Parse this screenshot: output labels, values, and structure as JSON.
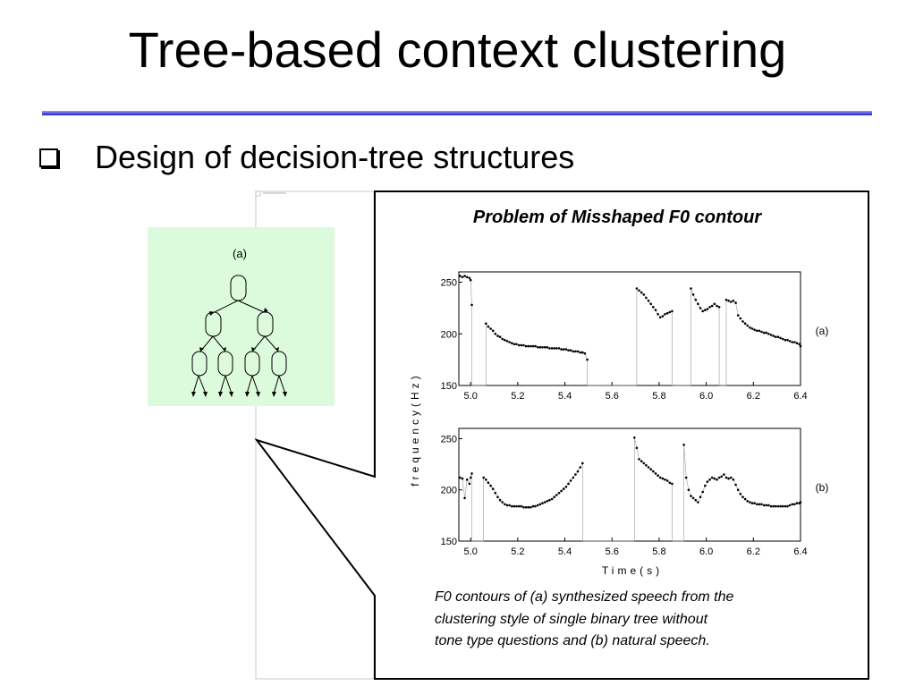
{
  "slide": {
    "title": "Tree-based context clustering",
    "bullet": "Design of decision-tree structures"
  },
  "tree_panel": {
    "label": "(a)"
  },
  "callout": {
    "heading": "Problem of Misshaped F0 contour",
    "caption_lines": [
      "F0 contours of (a) synthesized speech from the",
      "clustering style of single binary tree without",
      "tone type questions and (b) natural speech."
    ]
  },
  "colors": {
    "rule": "#2020d0",
    "tree_bg": "#dcfadc"
  },
  "chart_data": [
    {
      "type": "scatter",
      "panel_label": "(a)",
      "ylabel": "frequency(Hz)",
      "xlabel": "",
      "xlim": [
        4.95,
        6.4
      ],
      "ylim": [
        150,
        260
      ],
      "xticks": [
        5.0,
        5.2,
        5.4,
        5.6,
        5.8,
        6.0,
        6.2,
        6.4
      ],
      "yticks": [
        150,
        200,
        250
      ],
      "x": [
        4.955,
        4.965,
        4.975,
        4.985,
        4.995,
        5.0,
        5.005,
        5.065,
        5.075,
        5.085,
        5.095,
        5.105,
        5.115,
        5.125,
        5.135,
        5.145,
        5.155,
        5.165,
        5.175,
        5.185,
        5.195,
        5.205,
        5.215,
        5.225,
        5.235,
        5.245,
        5.255,
        5.265,
        5.275,
        5.285,
        5.295,
        5.305,
        5.315,
        5.325,
        5.335,
        5.345,
        5.355,
        5.365,
        5.375,
        5.385,
        5.395,
        5.405,
        5.415,
        5.425,
        5.435,
        5.445,
        5.455,
        5.465,
        5.475,
        5.485,
        5.495,
        5.705,
        5.715,
        5.725,
        5.735,
        5.745,
        5.755,
        5.765,
        5.775,
        5.785,
        5.795,
        5.805,
        5.815,
        5.825,
        5.835,
        5.845,
        5.855,
        5.935,
        5.945,
        5.955,
        5.965,
        5.975,
        5.985,
        5.995,
        6.005,
        6.015,
        6.025,
        6.035,
        6.045,
        6.055,
        6.085,
        6.095,
        6.105,
        6.115,
        6.125,
        6.135,
        6.145,
        6.155,
        6.165,
        6.175,
        6.185,
        6.195,
        6.205,
        6.215,
        6.225,
        6.235,
        6.245,
        6.255,
        6.265,
        6.275,
        6.285,
        6.295,
        6.305,
        6.315,
        6.325,
        6.335,
        6.345,
        6.355,
        6.365,
        6.375,
        6.385,
        6.395,
        6.4
      ],
      "y": [
        256,
        255,
        256,
        255,
        254,
        252,
        228,
        210,
        207,
        205,
        203,
        200,
        198,
        197,
        195,
        194,
        193,
        192,
        191,
        190,
        190,
        189,
        189,
        189,
        188,
        188,
        188,
        188,
        188,
        187,
        187,
        187,
        187,
        187,
        186,
        186,
        186,
        186,
        186,
        185,
        185,
        185,
        184,
        184,
        183,
        183,
        183,
        182,
        182,
        181,
        175,
        244,
        242,
        240,
        238,
        235,
        232,
        229,
        226,
        223,
        219,
        216,
        217,
        219,
        220,
        221,
        222,
        244,
        238,
        233,
        229,
        225,
        222,
        223,
        224,
        226,
        227,
        229,
        227,
        226,
        233,
        232,
        231,
        232,
        230,
        218,
        215,
        212,
        210,
        208,
        206,
        205,
        204,
        203,
        203,
        202,
        201,
        201,
        200,
        199,
        198,
        197,
        197,
        196,
        195,
        194,
        194,
        193,
        192,
        192,
        191,
        190,
        188,
        185,
        258
      ]
    },
    {
      "type": "scatter",
      "panel_label": "(b)",
      "ylabel": "",
      "xlabel": "Time(s)",
      "xlim": [
        4.95,
        6.4
      ],
      "ylim": [
        150,
        260
      ],
      "xticks": [
        5.0,
        5.2,
        5.4,
        5.6,
        5.8,
        6.0,
        6.2,
        6.4
      ],
      "yticks": [
        150,
        200,
        250
      ],
      "x": [
        4.955,
        4.965,
        4.975,
        4.985,
        4.995,
        5.0,
        5.005,
        5.055,
        5.065,
        5.075,
        5.085,
        5.095,
        5.105,
        5.115,
        5.125,
        5.135,
        5.145,
        5.155,
        5.165,
        5.175,
        5.185,
        5.195,
        5.205,
        5.215,
        5.225,
        5.235,
        5.245,
        5.255,
        5.265,
        5.275,
        5.285,
        5.295,
        5.305,
        5.315,
        5.325,
        5.335,
        5.345,
        5.355,
        5.365,
        5.375,
        5.385,
        5.395,
        5.405,
        5.415,
        5.425,
        5.435,
        5.445,
        5.455,
        5.465,
        5.475,
        5.695,
        5.705,
        5.715,
        5.725,
        5.735,
        5.745,
        5.755,
        5.765,
        5.775,
        5.785,
        5.795,
        5.805,
        5.815,
        5.825,
        5.835,
        5.845,
        5.855,
        5.905,
        5.915,
        5.925,
        5.935,
        5.945,
        5.955,
        5.965,
        5.975,
        5.985,
        5.995,
        6.005,
        6.015,
        6.025,
        6.035,
        6.045,
        6.055,
        6.065,
        6.075,
        6.085,
        6.095,
        6.105,
        6.115,
        6.125,
        6.135,
        6.145,
        6.155,
        6.165,
        6.175,
        6.185,
        6.195,
        6.205,
        6.215,
        6.225,
        6.235,
        6.245,
        6.255,
        6.265,
        6.275,
        6.285,
        6.295,
        6.305,
        6.315,
        6.325,
        6.335,
        6.345,
        6.355,
        6.365,
        6.375,
        6.385,
        6.395,
        6.4
      ],
      "y": [
        212,
        211,
        192,
        210,
        206,
        212,
        216,
        212,
        210,
        207,
        204,
        201,
        197,
        193,
        190,
        188,
        186,
        185,
        185,
        184,
        184,
        184,
        184,
        184,
        183,
        183,
        183,
        183,
        184,
        184,
        185,
        186,
        187,
        188,
        189,
        190,
        191,
        193,
        195,
        197,
        199,
        201,
        203,
        206,
        209,
        212,
        215,
        218,
        222,
        226,
        251,
        241,
        230,
        228,
        226,
        224,
        222,
        220,
        218,
        216,
        214,
        212,
        211,
        210,
        209,
        207,
        206,
        244,
        212,
        200,
        194,
        192,
        190,
        188,
        193,
        198,
        204,
        208,
        210,
        212,
        211,
        210,
        212,
        213,
        215,
        212,
        211,
        212,
        210,
        205,
        200,
        196,
        193,
        191,
        189,
        188,
        187,
        187,
        186,
        186,
        186,
        185,
        185,
        185,
        184,
        184,
        184,
        184,
        184,
        184,
        184,
        184,
        185,
        186,
        186,
        187,
        187,
        188,
        188,
        258
      ]
    }
  ]
}
